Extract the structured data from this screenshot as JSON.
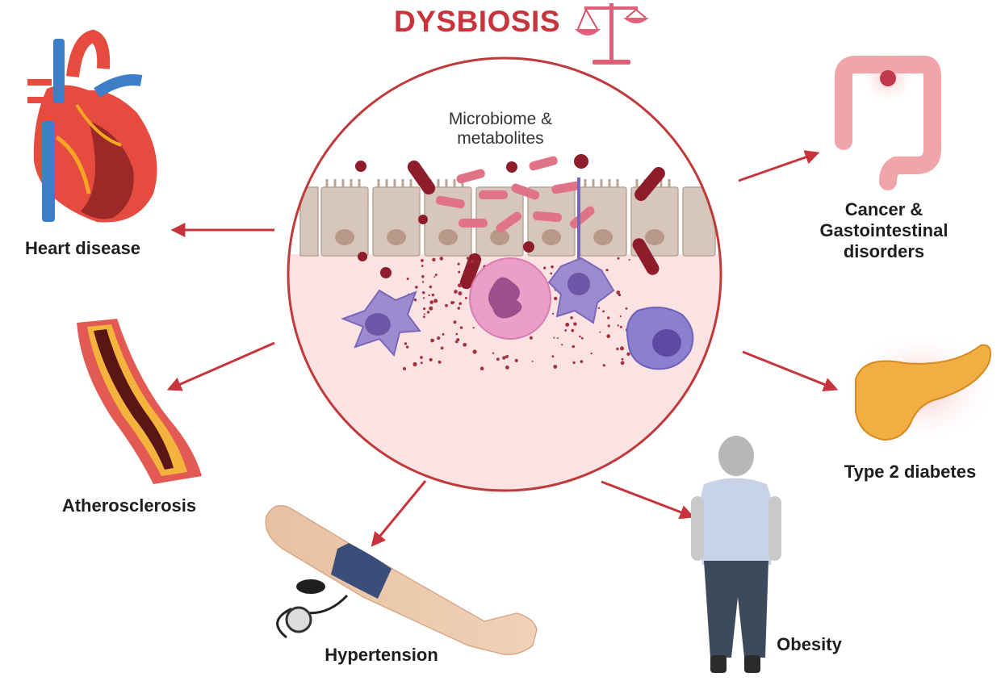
{
  "title": "DYSBIOSIS",
  "center_label": "Microbiome & metabolites",
  "outcomes": {
    "heart": "Heart disease",
    "cancer": "Cancer & Gastointestinal disorders",
    "atherosclerosis": "Atherosclerosis",
    "diabetes": "Type 2 diabetes",
    "hypertension": "Hypertension",
    "obesity": "Obesity"
  },
  "icons": [
    "balance-scale-icon",
    "heart-icon",
    "colon-icon",
    "artery-icon",
    "pancreas-icon",
    "blood-pressure-arm-icon",
    "obese-person-icon",
    "microbiome-circle-icon"
  ],
  "colors": {
    "accent": "#c8343b",
    "arrow": "#c8343b",
    "circle_border": "#c0393b"
  }
}
